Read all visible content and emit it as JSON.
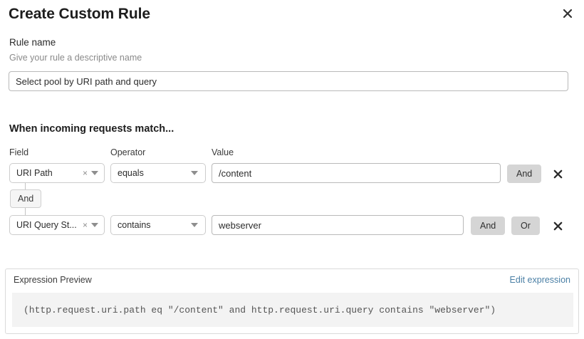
{
  "dialog": {
    "title": "Create Custom Rule",
    "close_icon": "close-icon"
  },
  "rule_name": {
    "label": "Rule name",
    "help": "Give your rule a descriptive name",
    "value": "Select pool by URI path and query",
    "placeholder": "Select pool by URI path and query"
  },
  "conditions": {
    "heading": "When incoming requests match...",
    "columns": {
      "field": "Field",
      "operator": "Operator",
      "value": "Value"
    },
    "connector": {
      "label": "And"
    },
    "rows": [
      {
        "field": "URI Path",
        "field_clear_icon": "clear-icon",
        "operator": "equals",
        "value": "/content",
        "and_label": "And",
        "or_label": null,
        "remove_icon": "remove-icon"
      },
      {
        "field": "URI Query St...",
        "field_clear_icon": "clear-icon",
        "operator": "contains",
        "value": "webserver",
        "and_label": "And",
        "or_label": "Or",
        "remove_icon": "remove-icon"
      }
    ]
  },
  "expression_preview": {
    "title": "Expression Preview",
    "edit_link": "Edit expression",
    "expression": "(http.request.uri.path eq \"/content\" and http.request.uri.query contains \"webserver\")"
  },
  "colors": {
    "link": "#4a7fa5",
    "logic_button_bg": "#d5d5d5",
    "code_bg": "#f3f3f3",
    "border": "#cccccc"
  }
}
